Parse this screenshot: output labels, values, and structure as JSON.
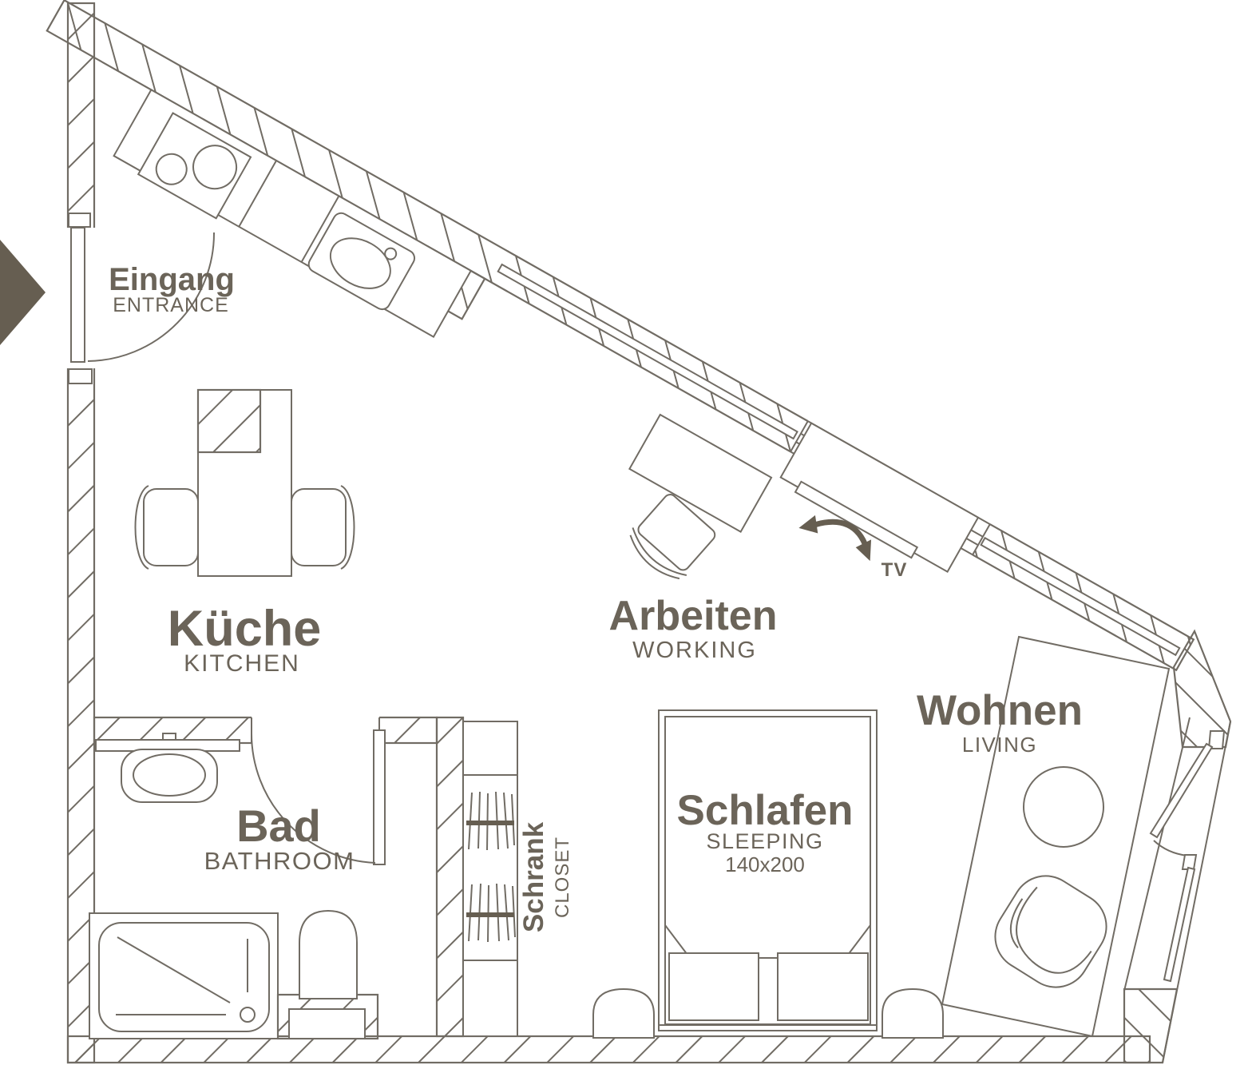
{
  "colors": {
    "line": "#716c64",
    "text": "#6b6459",
    "dark": "#665e51",
    "background": "#ffffff"
  },
  "rooms": {
    "entrance": {
      "de": "Eingang",
      "en": "ENTRANCE"
    },
    "kitchen": {
      "de": "Küche",
      "en": "KITCHEN"
    },
    "working": {
      "de": "Arbeiten",
      "en": "WORKING"
    },
    "living": {
      "de": "Wohnen",
      "en": "LIVING"
    },
    "bathroom": {
      "de": "Bad",
      "en": "BATHROOM"
    },
    "sleeping": {
      "de": "Schlafen",
      "en": "SLEEPING",
      "bed_size": "140x200"
    },
    "closet": {
      "de": "Schrank",
      "en": "CLOSET"
    }
  },
  "labels": {
    "tv": "TV"
  }
}
